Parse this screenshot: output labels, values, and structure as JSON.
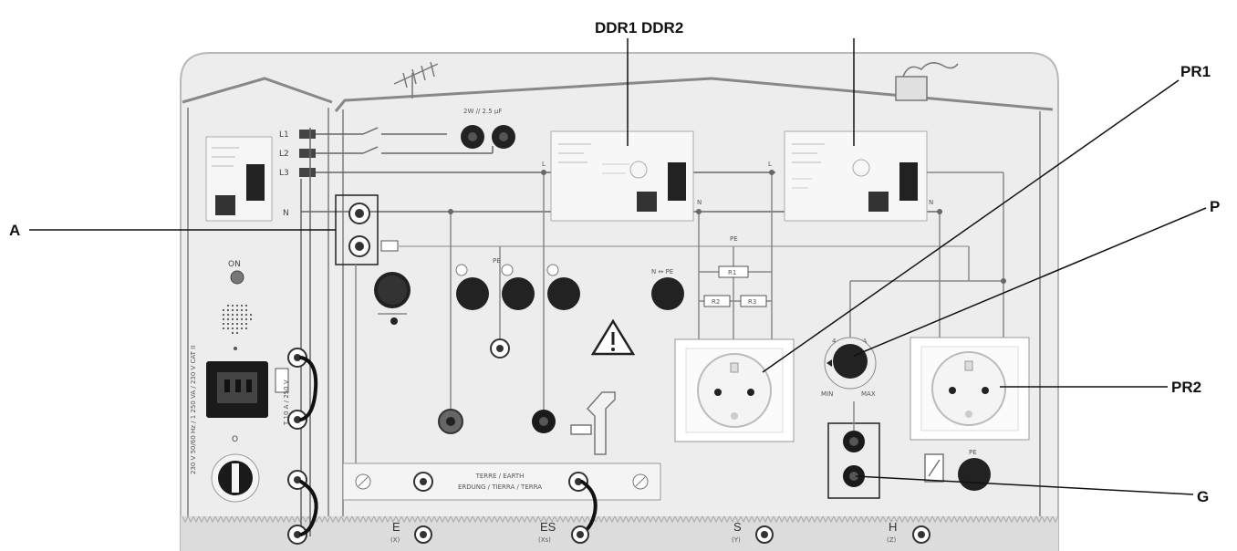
{
  "callouts": {
    "ddr": "DDR1 DDR2",
    "pr1": "PR1",
    "a": "A",
    "p": "P",
    "pr2": "PR2",
    "g": "G"
  },
  "panel": {
    "phase_labels": [
      "L1",
      "L2",
      "L3"
    ],
    "neutral_label": "N",
    "on_label": "ON",
    "capacitor_label": "2W // 2.5 µF",
    "pe_label": "PE",
    "n_pe_label": "N ↔ PE",
    "earth_title": "TERRE / EARTH",
    "earth_subtitle": "ERDUNG / TIERRA / TERRA",
    "bottom_terminals": [
      "E",
      "ES",
      "S",
      "H"
    ],
    "bottom_sub": [
      "(X)",
      "(Xs)",
      "(Y)",
      "(Z)"
    ],
    "selector_label": "4 ... 24 mA",
    "selector_min": "MIN",
    "selector_max": "MAX",
    "resistor_labels": [
      "R1",
      "R2",
      "R3"
    ],
    "side_text": "230 V 50/60 Hz / 1 250 VA / 230 V CAT II",
    "fuse_text": "T 10 A / 250 V",
    "switch_label": "O",
    "small_label_l": "L",
    "small_label_n": "N"
  }
}
